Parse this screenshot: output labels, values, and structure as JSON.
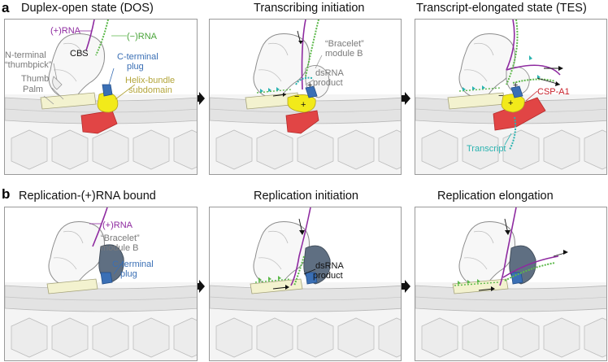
{
  "row_labels": {
    "a": "a",
    "b": "b"
  },
  "panels": {
    "a1": {
      "title": "Duplex-open state (DOS)",
      "labels": {
        "plus_rna": "(+)RNA",
        "minus_rna": "(−)RNA",
        "cbs": "CBS",
        "n_terminal_1": "N-terminal",
        "n_terminal_2": "“thumbpick”",
        "c_terminal_1": "C-terminal",
        "c_terminal_2": "plug",
        "thumb": "Thumb",
        "palm": "Palm",
        "helix_1": "Helix-bundle",
        "helix_2": "subdomain"
      }
    },
    "a2": {
      "title": "Transcribing initiation",
      "labels": {
        "bracelet_1": "“Bracelet”",
        "bracelet_2": "module B",
        "dsrna_1": "dsRNA",
        "dsrna_2": "product"
      }
    },
    "a3": {
      "title": "Transcript-elongated state (TES)",
      "labels": {
        "csp": "CSP-A1",
        "transcript": "Transcript"
      }
    },
    "b1": {
      "title": "Replication-(+)RNA bound",
      "labels": {
        "plus_rna": "(+)RNA",
        "bracelet_1": "“Bracelet”",
        "bracelet_2": "module B",
        "c_terminal_1": "C-terminal",
        "c_terminal_2": "plug"
      }
    },
    "b2": {
      "title": "Replication initiation",
      "labels": {
        "dsrna_1": "dsRNA",
        "dsrna_2": "product"
      }
    },
    "b3": {
      "title": "Replication elongation",
      "labels": {}
    }
  },
  "colors": {
    "plus_rna": "#8e2aa0",
    "minus_rna": "#5cb84a",
    "c_terminal_plug": "#3a6fb5",
    "helix_bundle": "#f2ea1a",
    "thumb": "#f3f2cf",
    "csp": "#e14545",
    "bracelet_b": "#5f6f82",
    "transcript": "#2ab3b0",
    "membrane": "#e6e6e6"
  }
}
